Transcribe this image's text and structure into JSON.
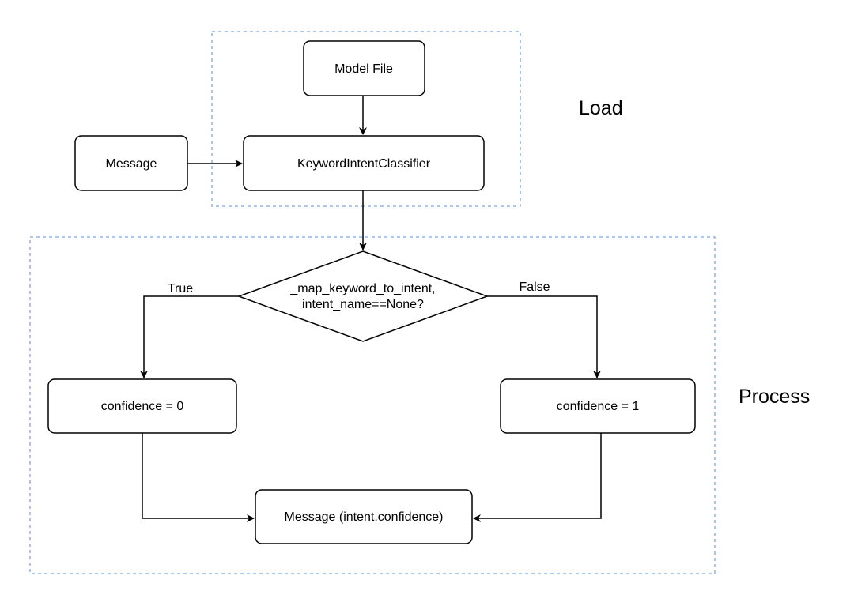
{
  "regions": {
    "load_label": "Load",
    "process_label": "Process"
  },
  "nodes": {
    "model_file": "Model File",
    "message_input": "Message",
    "classifier": "KeywordIntentClassifier",
    "decision_line1": "_map_keyword_to_intent,",
    "decision_line2": "intent_name==None?",
    "confidence_zero": "confidence = 0",
    "confidence_one": "confidence = 1",
    "message_output": "Message (intent,confidence)"
  },
  "edges": {
    "true_label": "True",
    "false_label": "False"
  },
  "colors": {
    "region_border": "#7ea6e0",
    "node_border": "#000000",
    "edge": "#000000"
  }
}
